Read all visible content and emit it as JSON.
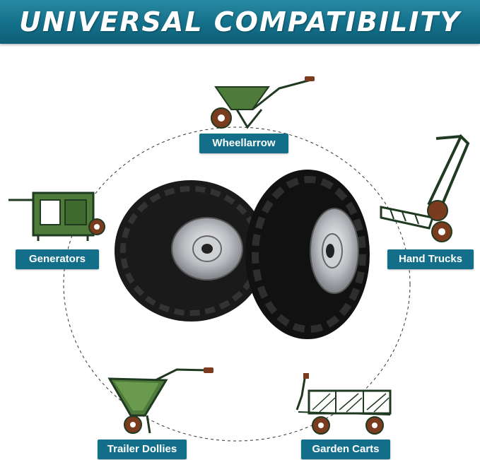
{
  "banner": {
    "title": "UNIVERSAL COMPATIBILITY"
  },
  "labels": {
    "wheelbarrow": "Wheellarrow",
    "generators": "Generators",
    "hand_trucks": "Hand Trucks",
    "trailer_dollies": "Trailer Dollies",
    "garden_carts": "Garden Carts"
  },
  "colors": {
    "banner": "#136f89",
    "icon_green": "#4e7a3a",
    "icon_outline": "#1f3a20",
    "wheel_brown": "#7a3b1f",
    "tire": "#1a1a1a"
  },
  "icons": [
    "wheelbarrow-icon",
    "generator-icon",
    "hand-truck-icon",
    "trailer-dolly-icon",
    "garden-cart-icon",
    "tire-pair-image"
  ]
}
